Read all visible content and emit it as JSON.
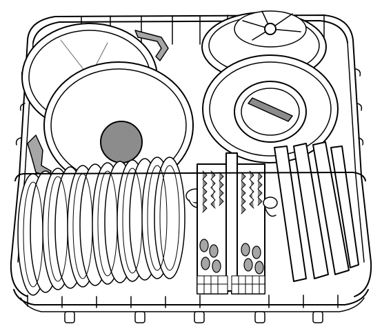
{
  "figure": {
    "subject": "dishwasher-lower-basket",
    "items": [
      "basket",
      "large-lid",
      "dinner-plate",
      "casserole-dish",
      "pot-lid",
      "cutlery-basket",
      "tray",
      "plate-rack"
    ],
    "colors": {
      "outline": "#000000",
      "wire": "#000000",
      "dish_fill": "#ffffff",
      "knob": "#8c8c8c",
      "handle": "#a6a6a6",
      "tray_fill": "#ffffff"
    }
  }
}
